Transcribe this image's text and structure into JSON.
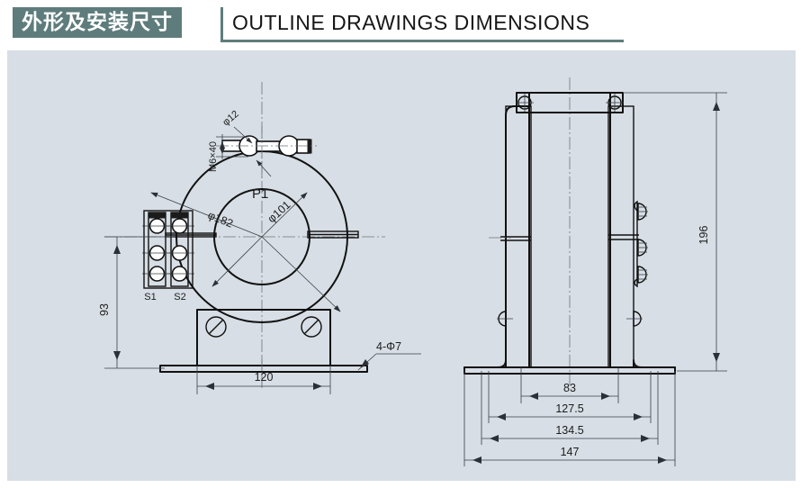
{
  "header": {
    "badge_cn": "外形及安装尺寸",
    "title_en": "OUTLINE  DRAWINGS  DIMENSIONS",
    "accent_color": "#5f7c7c"
  },
  "canvas": {
    "background_color": "#d7dee5",
    "line_color": "#111111",
    "dim_line_color": "#3a3f45"
  },
  "drawings": {
    "front_view": {
      "name": "front-view-zero-sequence-ct",
      "labels": {
        "bolt_thread": "M6×40",
        "bolt_hole": "φ12",
        "primary_terminal": "P1",
        "outer_diameter": "φ182",
        "inner_diameter": "φ101",
        "terminal_s1": "S1",
        "terminal_s2": "S2",
        "height_center_to_base": "93",
        "base_width": "120",
        "mounting_holes": "4-Φ7"
      }
    },
    "side_view": {
      "name": "side-view-zero-sequence-ct",
      "labels": {
        "overall_height": "196",
        "body_width": "83",
        "flange_hole_span": "127.5",
        "base_inner_width": "134.5",
        "base_overall_width": "147"
      }
    }
  }
}
